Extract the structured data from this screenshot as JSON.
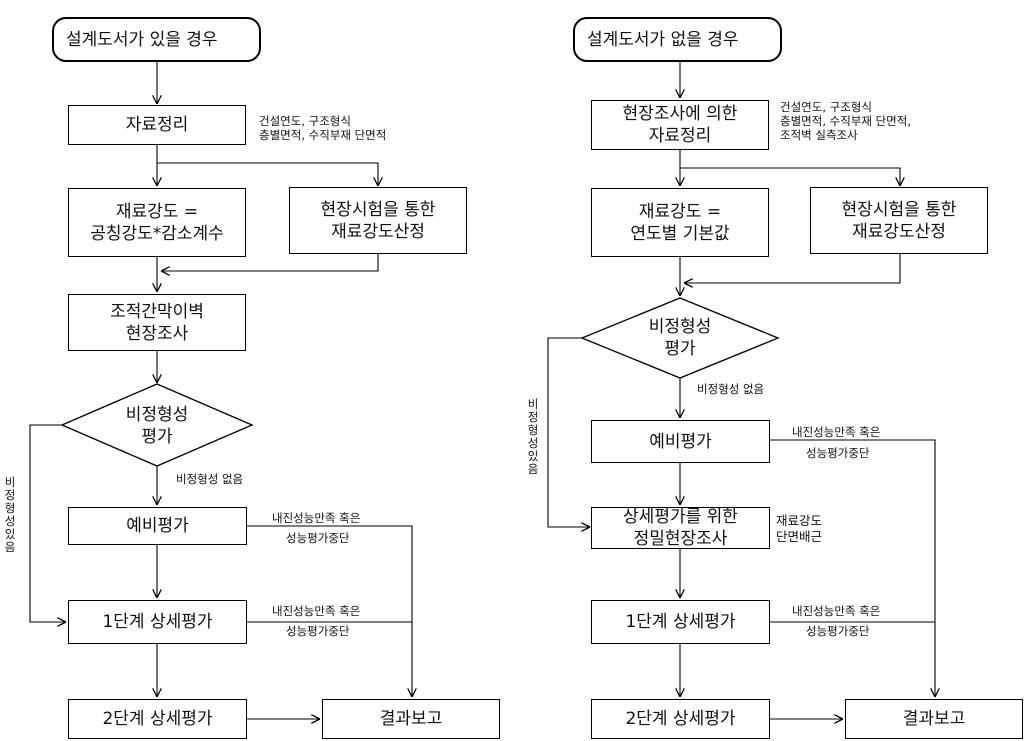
{
  "left": {
    "start": "설계도서가 있을 경우",
    "data_org": "자료정리",
    "data_org_note": [
      "건설연도,  구조형식",
      "층별면적, 수직부재 단면적"
    ],
    "strength_calc": [
      "재료강도 =",
      "공칭강도*감소계수"
    ],
    "field_test": [
      "현장시험을 통한",
      "재료강도산정"
    ],
    "wall_survey": [
      "조적간막이벽",
      "현장조사"
    ],
    "irregularity": [
      "비정형성",
      "평가"
    ],
    "no_irregularity": "비정형성 없음",
    "has_irregularity": "비정형성있음",
    "prelim": "예비평가",
    "stage1": "1단계 상세평가",
    "stage2": "2단계 상세평가",
    "result": "결과보고",
    "satisfy_note_1": [
      "내진성능만족 혹은",
      "성능평가중단"
    ],
    "satisfy_note_2": [
      "내진성능만족 혹은",
      "성능평가중단"
    ]
  },
  "right": {
    "start": "설계도서가 없을 경우",
    "data_org": [
      "현장조사에 의한",
      "자료정리"
    ],
    "data_org_note": [
      "건설연도,  구조형식",
      "층별면적, 수직부재 단면적,",
      "조적벽 실측조사"
    ],
    "strength_default": [
      "재료강도 =",
      "연도별 기본값"
    ],
    "field_test": [
      "현장시험을 통한",
      "재료강도산정"
    ],
    "irregularity": [
      "비정형성",
      "평가"
    ],
    "no_irregularity": "비정형성 없음",
    "has_irregularity": "비정형성있음",
    "prelim": "예비평가",
    "detailed_survey": [
      "상세평가를 위한",
      "정밀현장조사"
    ],
    "detailed_survey_note": [
      "재료강도",
      "단면배근"
    ],
    "stage1": "1단계 상세평가",
    "stage2": "2단계 상세평가",
    "result": "결과보고",
    "satisfy_note_1": [
      "내진성능만족 혹은",
      "성능평가중단"
    ],
    "satisfy_note_2": [
      "내진성능만족 혹은",
      "성능평가중단"
    ]
  }
}
